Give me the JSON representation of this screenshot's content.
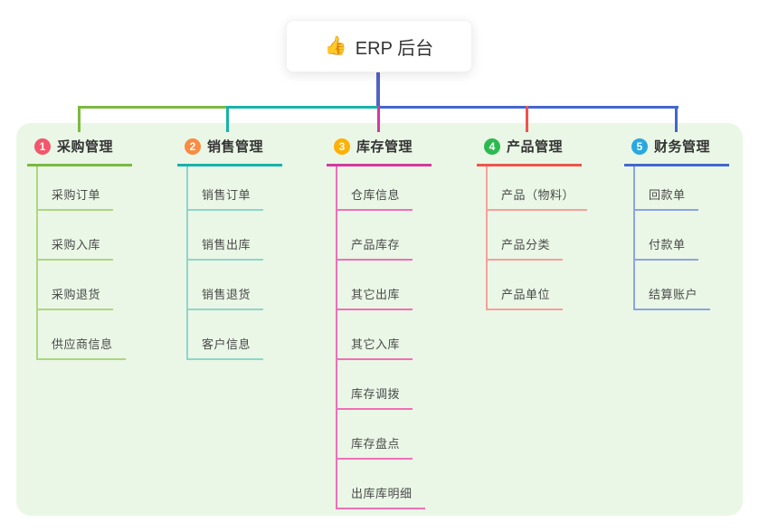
{
  "root": {
    "icon": "👍",
    "label": "ERP 后台"
  },
  "colors": {
    "canvas_bg": "#ffffff",
    "panel_bg": "#EAF7E6",
    "root_stem": "#5063C8"
  },
  "branches": [
    {
      "num": "1",
      "label": "采购管理",
      "badge_color": "#F3566B",
      "line_color": "#7CB93F",
      "sub_line_color": "#ACD681",
      "items": [
        "采购订单",
        "采购入库",
        "采购退货",
        "供应商信息"
      ]
    },
    {
      "num": "2",
      "label": "销售管理",
      "badge_color": "#F98C42",
      "line_color": "#17B3A8",
      "sub_line_color": "#8FD5CB",
      "items": [
        "销售订单",
        "销售出库",
        "销售退货",
        "客户信息"
      ]
    },
    {
      "num": "3",
      "label": "库存管理",
      "badge_color": "#FFB006",
      "line_color": "#D4399E",
      "sub_line_color": "#F06FB8",
      "items": [
        "仓库信息",
        "产品库存",
        "其它出库",
        "其它入库",
        "库存调拨",
        "库存盘点",
        "出库库明细"
      ]
    },
    {
      "num": "4",
      "label": "产品管理",
      "badge_color": "#2EB950",
      "line_color": "#F0534E",
      "sub_line_color": "#F7A09B",
      "items": [
        "产品（物料）",
        "产品分类",
        "产品单位"
      ]
    },
    {
      "num": "5",
      "label": "财务管理",
      "badge_color": "#29A8E0",
      "line_color": "#4466D0",
      "sub_line_color": "#8DA4E2",
      "items": [
        "回款单",
        "付款单",
        "结算账户"
      ]
    }
  ]
}
